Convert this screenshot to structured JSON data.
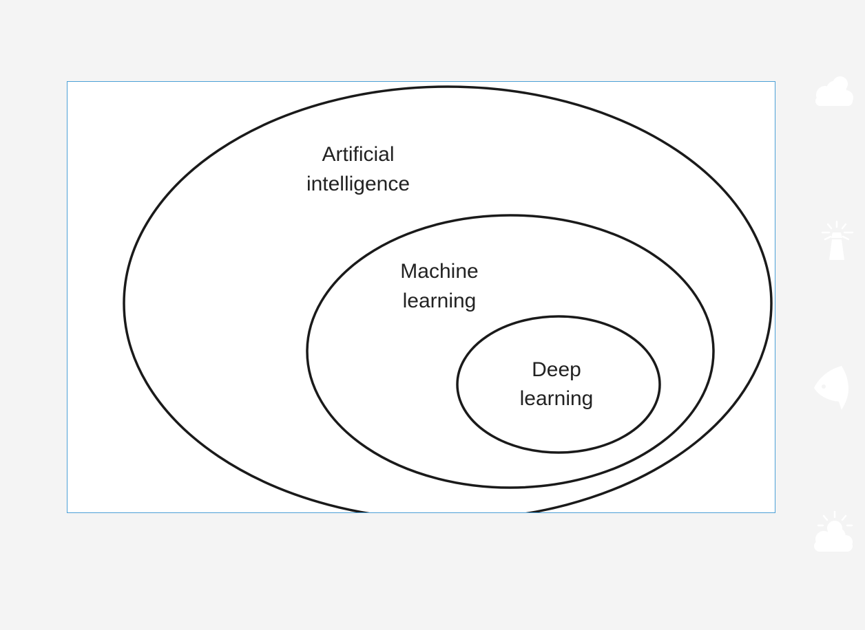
{
  "diagram": {
    "outer_label": [
      "Artificial",
      "intelligence"
    ],
    "middle_label": [
      "Machine",
      "learning"
    ],
    "inner_label": [
      "Deep",
      "learning"
    ]
  },
  "colors": {
    "background": "#f4f4f4",
    "frame_border": "#4a9fd6",
    "stroke": "#1a1a1a",
    "icon": "#ffffff"
  },
  "side_icons": [
    "cloud-sun-icon",
    "lighthouse-icon",
    "fish-icon",
    "sun-cloud-icon"
  ]
}
